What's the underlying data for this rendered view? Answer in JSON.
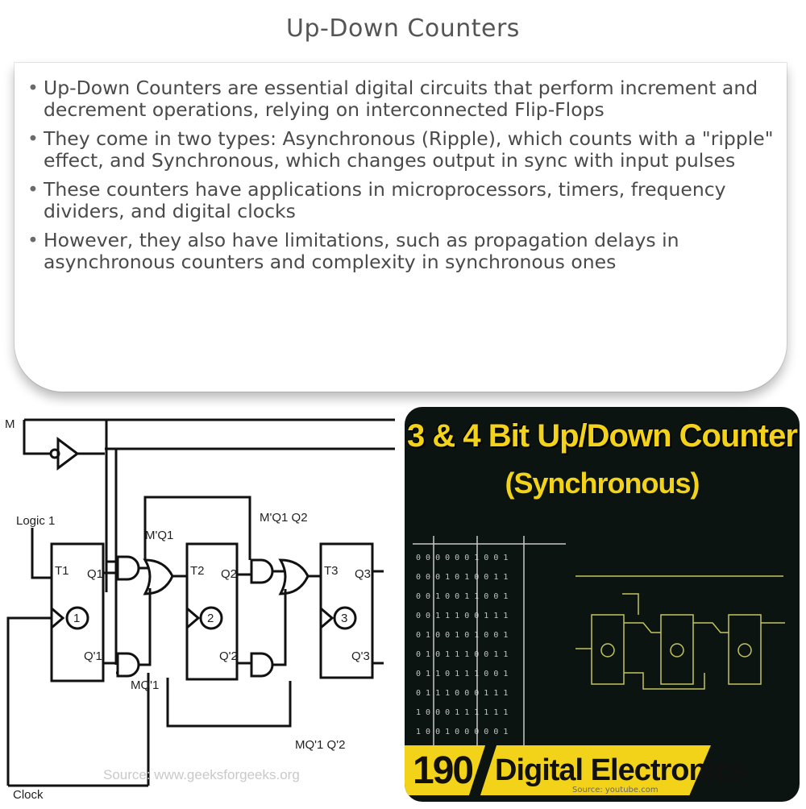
{
  "title": "Up-Down Counters",
  "bullets": [
    "Up-Down Counters are essential digital circuits that perform increment and decrement operations, relying on interconnected Flip-Flops",
    "They come in two types: Asynchronous (Ripple), which counts with a \"ripple\" effect, and Synchronous, which changes output in sync with input pulses",
    "These counters have applications in microprocessors, timers, frequency dividers, and digital clocks",
    "However, they also have limitations, such as propagation delays in asynchronous counters and complexity in synchronous ones"
  ],
  "diagram": {
    "labels": {
      "m": "M",
      "logic1": "Logic 1",
      "clock": "Clock",
      "t1": "T1",
      "t2": "T2",
      "t3": "T3",
      "q1": "Q1",
      "q2": "Q2",
      "q3": "Q3",
      "q1n": "Q'1",
      "q2n": "Q'2",
      "q3n": "Q'3",
      "ff1": "1",
      "ff2": "2",
      "ff3": "3",
      "mq1n": "M'Q1",
      "mq1nq2": "M'Q1 Q2",
      "mqn1": "MQ'1",
      "mqn1qn2": "MQ'1 Q'2"
    },
    "source": "Source: www.geeksforgeeks.org"
  },
  "thumbnail": {
    "title": "3 & 4 Bit Up/Down Counter",
    "subtitle": "(Synchronous)",
    "episode": "190",
    "category": "Digital Electronics",
    "source": "Source: youtube.com",
    "accent_color": "#f3d21a",
    "background_color": "#0b1410"
  }
}
